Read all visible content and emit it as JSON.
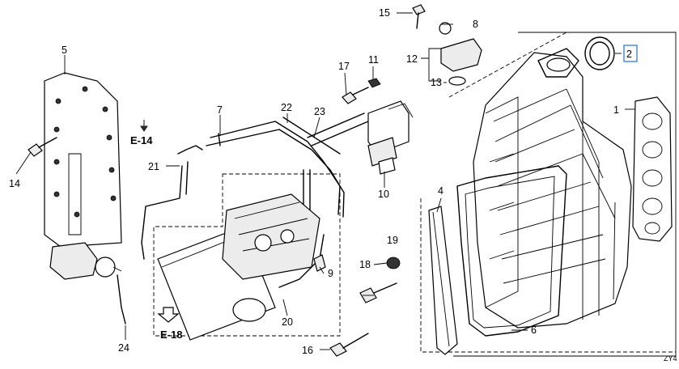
{
  "diagram": {
    "part_numbers": [
      "1",
      "2",
      "4",
      "5",
      "6",
      "7",
      "8",
      "9",
      "10",
      "11",
      "12",
      "13",
      "14",
      "15",
      "16",
      "17",
      "18",
      "19",
      "20",
      "21",
      "22",
      "23",
      "24"
    ],
    "highlighted_part": "2",
    "references": {
      "top": "E-14",
      "bottom": "E-18"
    },
    "drawing_code": "ZY4"
  }
}
